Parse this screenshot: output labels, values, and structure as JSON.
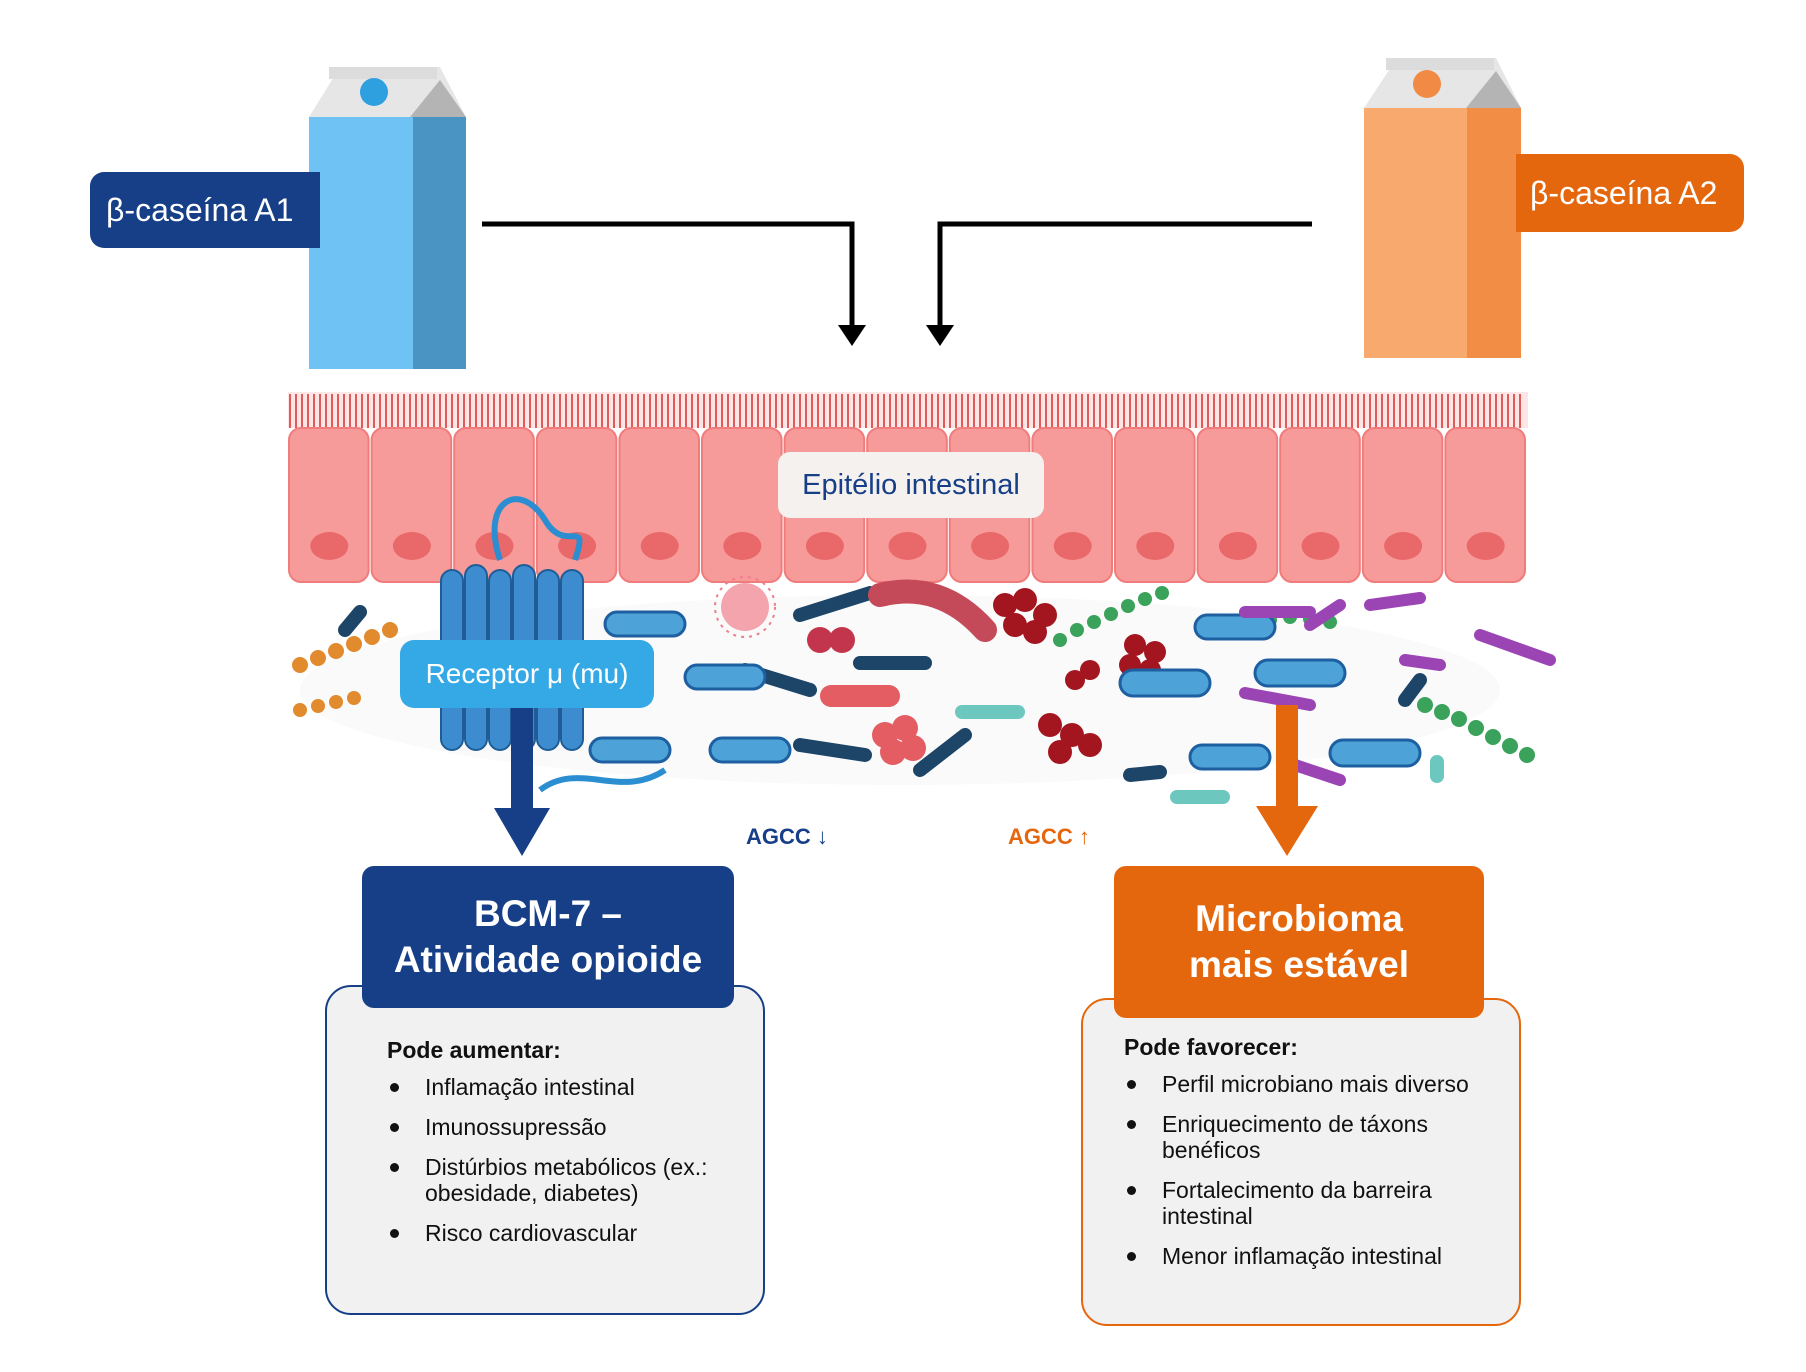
{
  "colors": {
    "a1_blue": "#163f87",
    "a2_orange": "#e5670d",
    "receptor_blue": "#34a9e6",
    "epithelium_pink": "#f79b9a",
    "panel_bg": "#f1f1f1"
  },
  "icons": [
    "milk-carton-blue-icon",
    "milk-carton-orange-icon",
    "intestinal-epithelium-illustration",
    "bacteria-illustration",
    "mu-receptor-protein-icon"
  ],
  "a1": {
    "label": "β-caseína A1"
  },
  "a2": {
    "label": "β-caseína A2"
  },
  "epithelium": {
    "label": "Epitélio intestinal"
  },
  "receptor": {
    "label": "Receptor μ (mu)"
  },
  "agcc": {
    "down": "AGCC ↓",
    "up": "AGCC ↑"
  },
  "left_panel": {
    "title_line1": "BCM-7 –",
    "title_line2": "Atividade opioide",
    "heading": "Pode aumentar:",
    "items": [
      "Inflamação intestinal",
      "Imunossupressão",
      "Distúrbios metabólicos (ex.: obesidade, diabetes)",
      "Risco cardiovascular"
    ]
  },
  "right_panel": {
    "title_line1": "Microbioma",
    "title_line2": "mais estável",
    "heading": "Pode favorecer:",
    "items": [
      "Perfil microbiano mais diverso",
      "Enriquecimento de táxons benéficos",
      "Fortalecimento da barreira intestinal",
      "Menor inflamação intestinal"
    ]
  }
}
